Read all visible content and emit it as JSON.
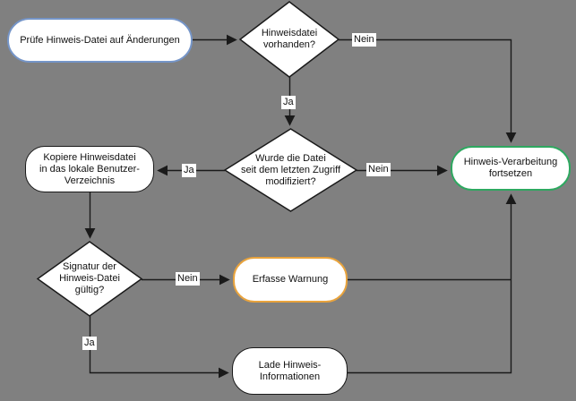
{
  "canvas": {
    "background": "#808080",
    "line_color": "#1a1a1a"
  },
  "nodes": {
    "check_file": {
      "label": "Prüfe Hinweis-Datei auf Änderungen",
      "shape": "rounded",
      "border_color": "#7595C8"
    },
    "file_exists": {
      "label": "Hinweisdatei\nvorhanden?",
      "shape": "diamond",
      "border_color": "#1a1a1a"
    },
    "modified": {
      "label": "Wurde die Datei\nseit dem letzten Zugriff\nmodifiziert?",
      "shape": "diamond",
      "border_color": "#1a1a1a"
    },
    "copy_file": {
      "label": "Kopiere Hinweisdatei\nin das lokale Benutzer-\nVerzeichnis",
      "shape": "rounded",
      "border_color": "#1a1a1a"
    },
    "continue_processing": {
      "label": "Hinweis-Verarbeitung\nfortsetzen",
      "shape": "rounded",
      "border_color": "#2EA860"
    },
    "signature_valid": {
      "label": "Signatur der\nHinweis-Datei\ngültig?",
      "shape": "diamond",
      "border_color": "#1a1a1a"
    },
    "log_warning": {
      "label": "Erfasse Warnung",
      "shape": "rounded",
      "border_color": "#E8A33D"
    },
    "load_info": {
      "label": "Lade Hinweis-\nInformationen",
      "shape": "rounded",
      "border_color": "#1a1a1a"
    }
  },
  "edge_labels": {
    "exists_no": "Nein",
    "exists_yes": "Ja",
    "modified_yes": "Ja",
    "modified_no": "Nein",
    "signature_no": "Nein",
    "signature_yes": "Ja"
  }
}
